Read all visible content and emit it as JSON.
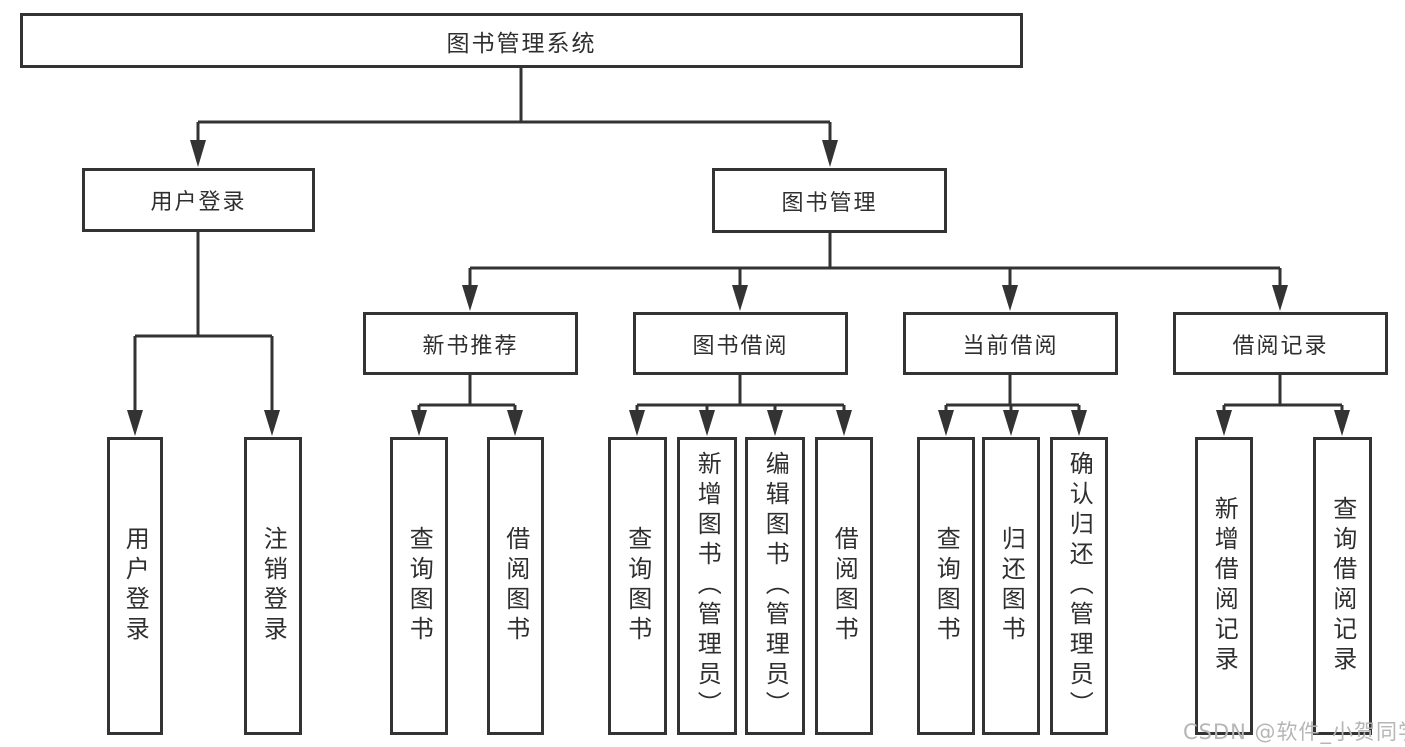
{
  "diagram": {
    "root": {
      "label": "图书管理系统"
    },
    "level2": [
      {
        "label": "用户登录",
        "children": [
          "用户登录",
          "注销登录"
        ]
      },
      {
        "label": "图书管理"
      }
    ],
    "level3": [
      {
        "label": "新书推荐",
        "children": [
          "查询图书",
          "借阅图书"
        ]
      },
      {
        "label": "图书借阅",
        "children": [
          "查询图书",
          "新增图书（管理员）",
          "编辑图书（管理员）",
          "借阅图书"
        ]
      },
      {
        "label": "当前借阅",
        "children": [
          "查询图书",
          "归还图书",
          "确认归还（管理员）"
        ]
      },
      {
        "label": "借阅记录",
        "children": [
          "新增借阅记录",
          "查询借阅记录"
        ]
      }
    ]
  },
  "watermark": {
    "text": "CSDN @软件_小贺同学"
  },
  "colors": {
    "line": "#333333",
    "text": "#2f2f2f",
    "watermark": "#b6b6b6",
    "background": "#ffffff"
  }
}
